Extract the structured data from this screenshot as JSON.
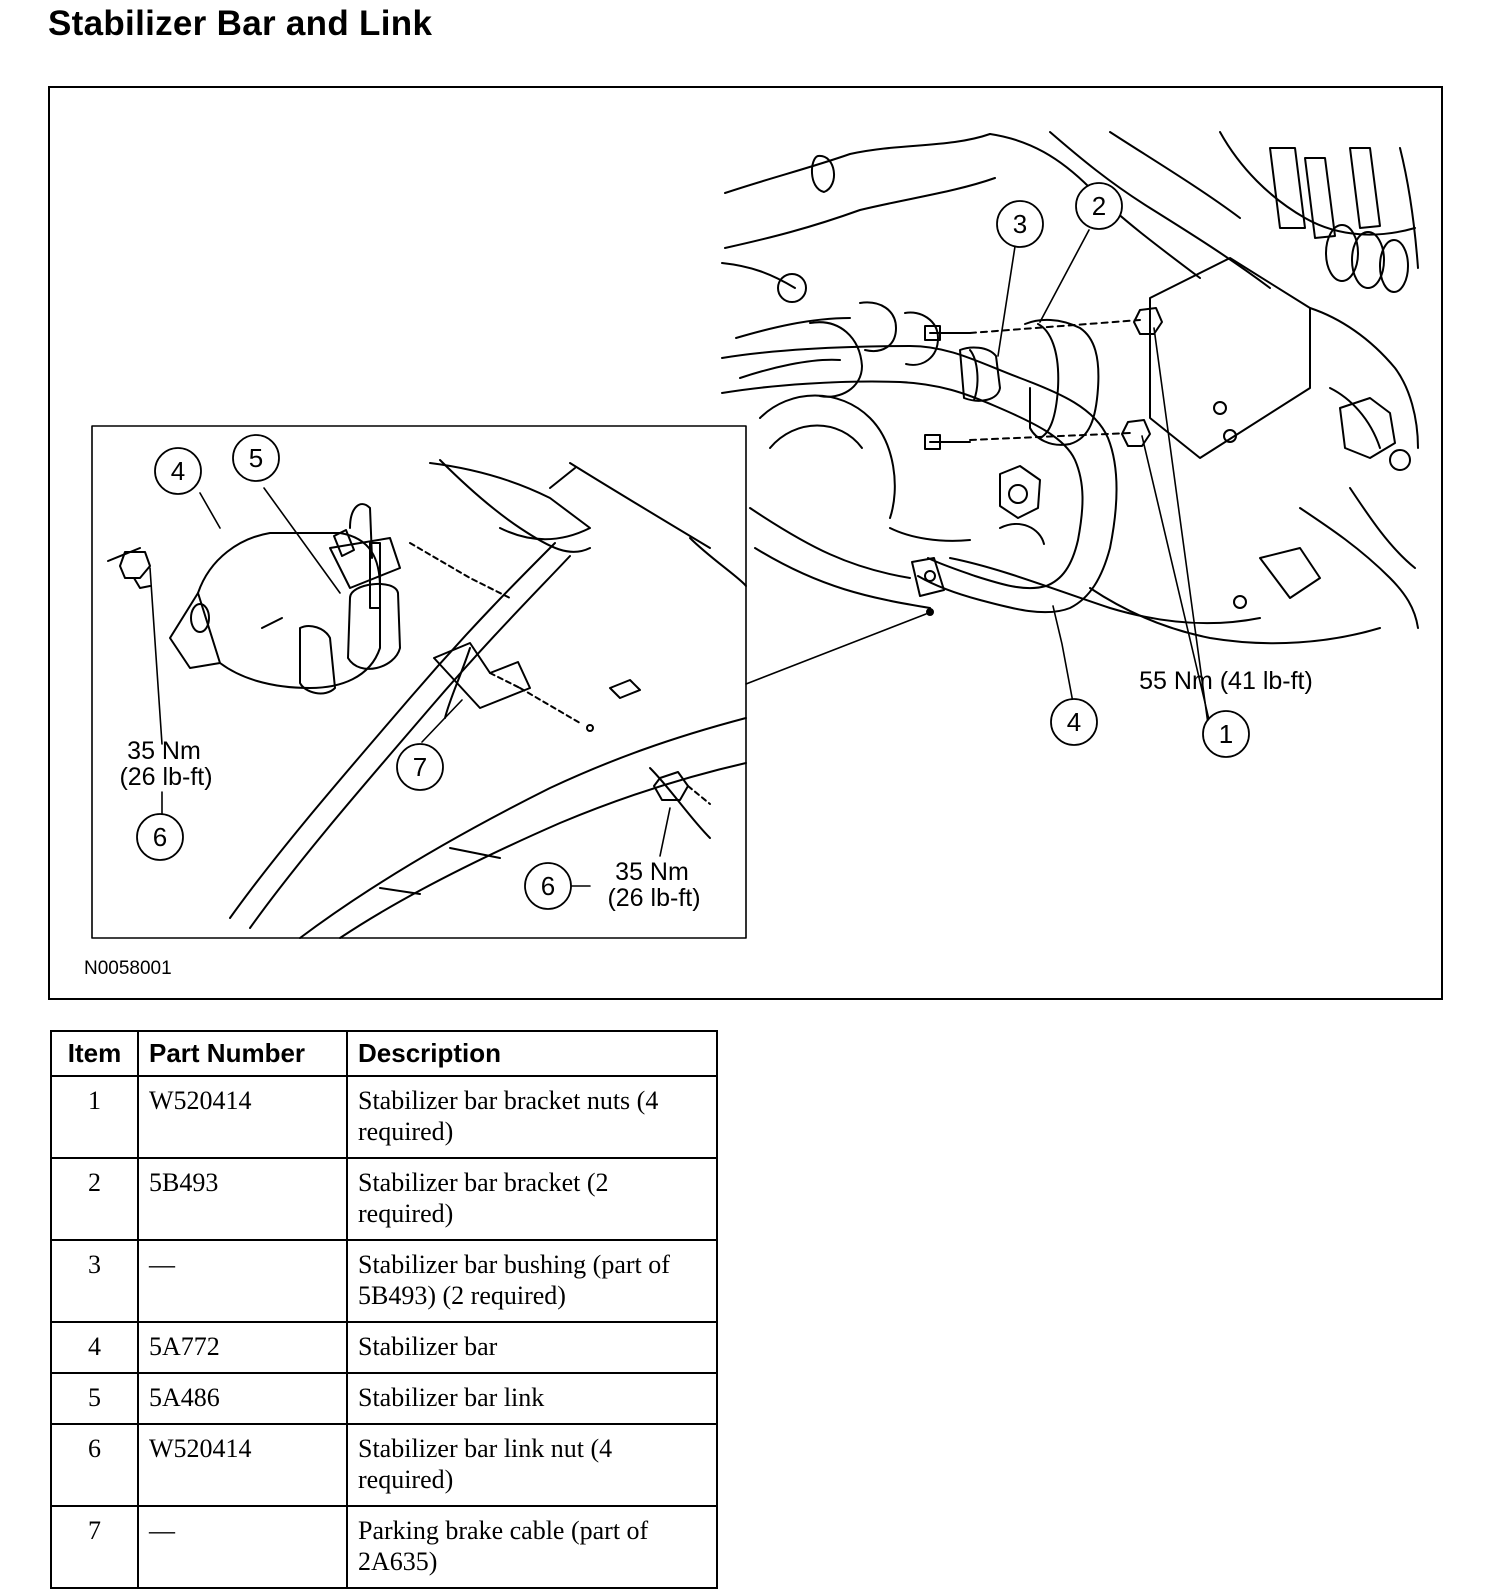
{
  "page": {
    "title": "Stabilizer Bar and Link"
  },
  "figure": {
    "figure_id": "N0058001",
    "callouts": {
      "c1": "1",
      "c2": "2",
      "c3": "3",
      "c4": "4",
      "c5": "5",
      "c6": "6",
      "c7": "7"
    },
    "torque": {
      "bracket_nuts": "55 Nm (41 lb-ft)",
      "link_nut_left": {
        "nm": "35 Nm",
        "lbft": "(26 lb-ft)"
      },
      "link_nut_right": {
        "nm": "35 Nm",
        "lbft": "(26 lb-ft)"
      }
    }
  },
  "table": {
    "headers": {
      "item": "Item",
      "part_number": "Part Number",
      "description": "Description"
    },
    "rows": [
      {
        "item": "1",
        "part_number": "W520414",
        "description": "Stabilizer bar bracket nuts (4 required)"
      },
      {
        "item": "2",
        "part_number": "5B493",
        "description": "Stabilizer bar bracket (2 required)"
      },
      {
        "item": "3",
        "part_number": "—",
        "description": "Stabilizer bar bushing (part of 5B493) (2 required)"
      },
      {
        "item": "4",
        "part_number": "5A772",
        "description": "Stabilizer bar"
      },
      {
        "item": "5",
        "part_number": "5A486",
        "description": "Stabilizer bar link"
      },
      {
        "item": "6",
        "part_number": "W520414",
        "description": "Stabilizer bar link nut (4 required)"
      },
      {
        "item": "7",
        "part_number": "—",
        "description": "Parking brake cable (part of 2A635)"
      }
    ]
  }
}
